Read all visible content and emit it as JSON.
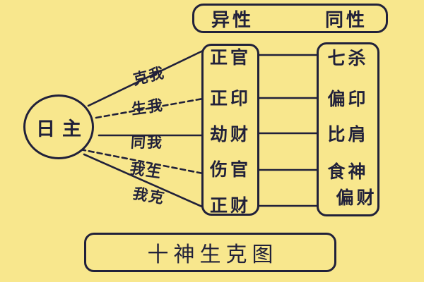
{
  "title": {
    "label": "十神生克图"
  },
  "day_master": {
    "label": "日主"
  },
  "relations": [
    {
      "label": "克我",
      "line_style": "solid"
    },
    {
      "label": "生我",
      "line_style": "dashed"
    },
    {
      "label": "同我",
      "line_style": "solid"
    },
    {
      "label": "我生",
      "line_style": "dashed"
    },
    {
      "label": "我克",
      "line_style": "solid"
    }
  ],
  "columns": {
    "opposite": {
      "header": "异性",
      "items": [
        "正官",
        "正印",
        "劫财",
        "伤官",
        "正财"
      ]
    },
    "same": {
      "header": "同性",
      "items": [
        "七杀",
        "偏印",
        "比肩",
        "食神",
        "偏财"
      ]
    }
  },
  "colors": {
    "background": "#f8e78d",
    "ink": "#21213a"
  }
}
